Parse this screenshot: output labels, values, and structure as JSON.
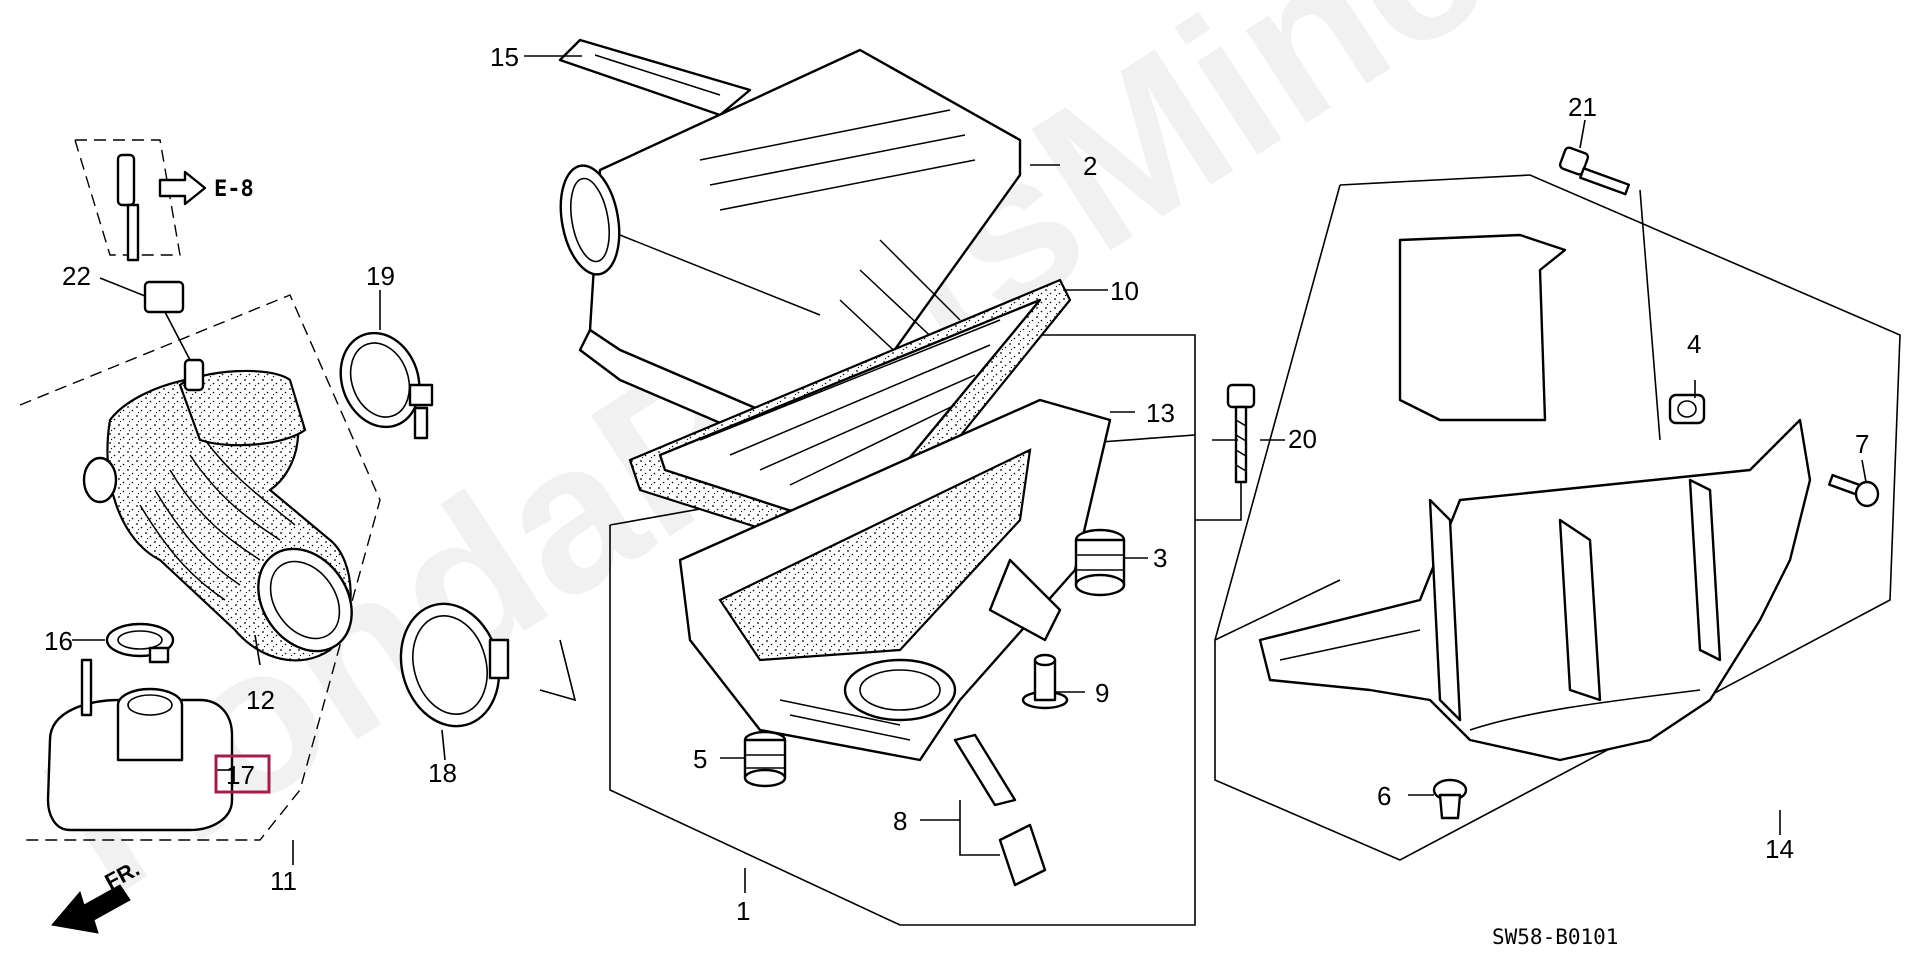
{
  "diagram": {
    "figure_code": "SW58-B0101",
    "watermark": "HondaPartsMine.ru",
    "direction_label": "FR.",
    "reference_label": "E-8",
    "highlighted_callout": "17",
    "callouts": {
      "c1": "1",
      "c2": "2",
      "c3": "3",
      "c4": "4",
      "c5": "5",
      "c6": "6",
      "c7": "7",
      "c8": "8",
      "c9": "9",
      "c10": "10",
      "c11": "11",
      "c12": "12",
      "c13": "13",
      "c14": "14",
      "c15": "15",
      "c16": "16",
      "c17": "17",
      "c18": "18",
      "c19": "19",
      "c20": "20",
      "c21": "21",
      "c22": "22"
    }
  }
}
